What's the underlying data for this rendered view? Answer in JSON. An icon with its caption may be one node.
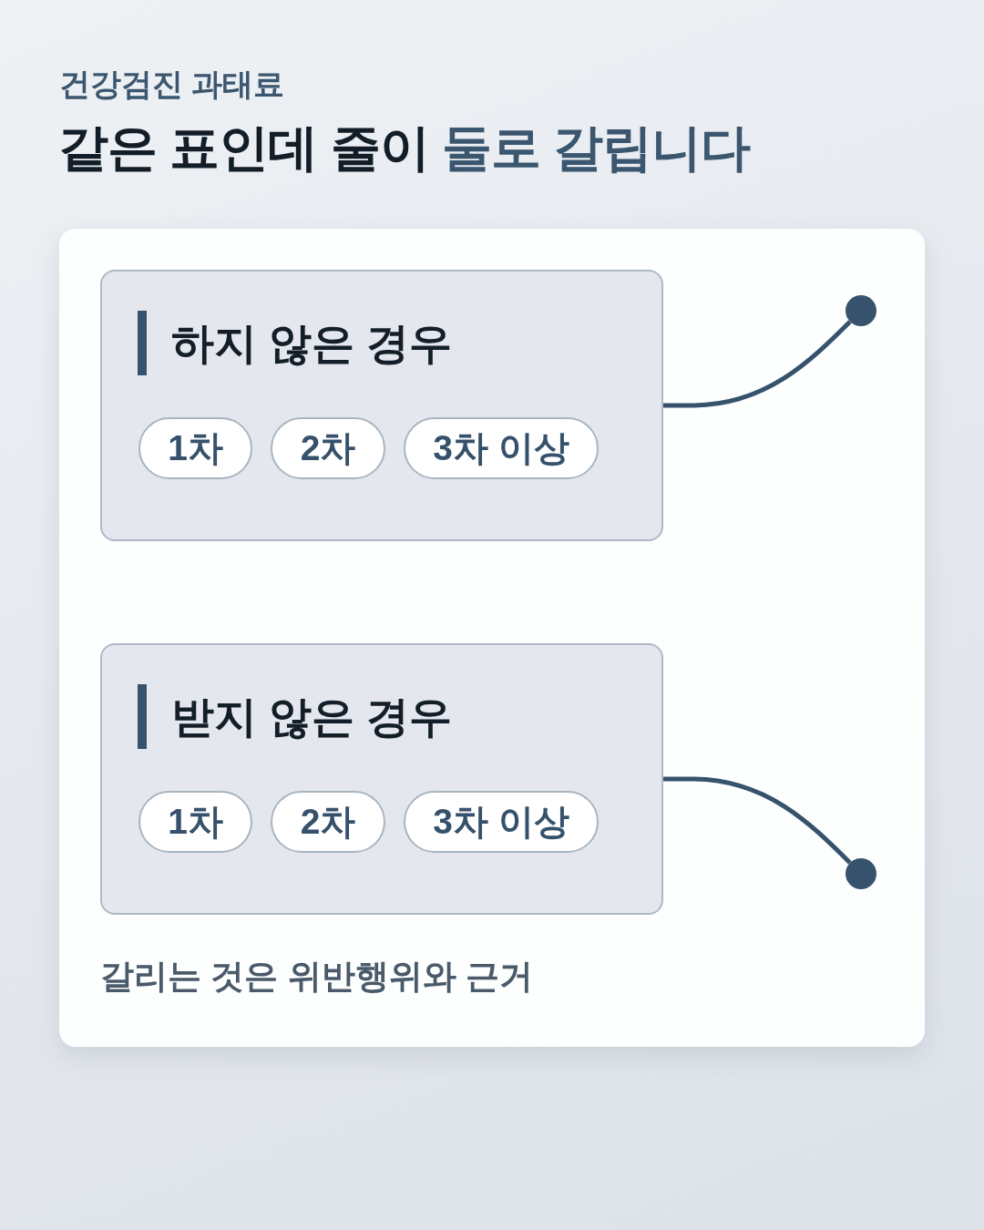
{
  "diagram": {
    "title": "같은 표인데 줄이 **둘로 갈립니다**",
    "caption": "갈리는 것은 위반행위와 근거",
    "nodes": [
      {
        "text": [
          "하지 않은 경우"
        ]
      },
      {
        "text": [
          "1차"
        ],
        "in": 0
      },
      {
        "text": [
          "2차"
        ],
        "in": 0
      },
      {
        "text": [
          "3차 이상"
        ],
        "in": 0
      },
      {
        "text": [
          "받지 않은 경우"
        ]
      },
      {
        "text": [
          "1차"
        ],
        "in": 4
      },
      {
        "text": [
          "2차"
        ],
        "in": 4
      },
      {
        "text": [
          "3차 이상"
        ],
        "in": 4
      },
      {
        "text": [],
        "shape": "circle"
      },
      {
        "text": [],
        "shape": "circle"
      }
    ],
    "edges": [
      {
        "from": 0,
        "to": 8,
        "arrow": "none"
      },
      {
        "from": 4,
        "to": 9,
        "arrow": "none"
      }
    ],
    "labels": [
      "건강검진 과태료"
    ]
  }
}
